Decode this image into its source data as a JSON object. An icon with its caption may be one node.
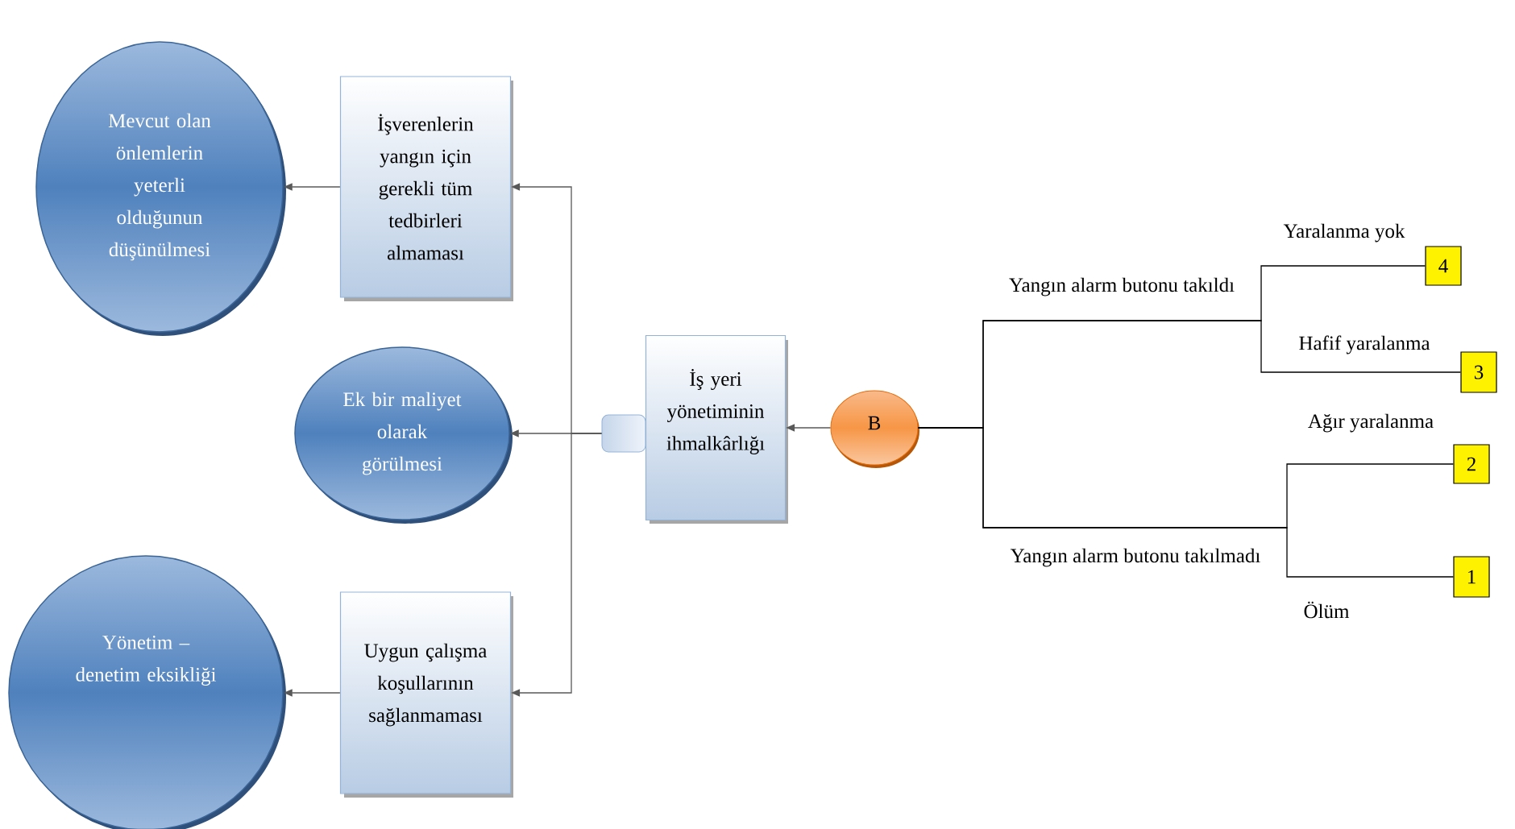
{
  "diagram": {
    "nodes": [
      {
        "text": [
          "Mevcut olan önlemlerin yeterli olduğunun düşünülmesi"
        ]
      },
      {
        "text": [
          "İşverenlerin yangın için gerekli tüm tedbirleri almaması"
        ]
      },
      {
        "text": [
          "Ek bir maliyet olarak görülmesi"
        ]
      },
      {
        "text": [],
        "shape": "box"
      },
      {
        "text": [
          "İş yeri yönetiminin ihmalkârlığı"
        ]
      },
      {
        "text": [
          "B"
        ]
      },
      {
        "text": [
          "Yönetim – denetim eksikliği"
        ]
      },
      {
        "text": [
          "Uygun çalışma koşullarının sağlanmaması"
        ]
      },
      {
        "text": [
          "4"
        ]
      },
      {
        "text": [
          "3"
        ]
      },
      {
        "text": [
          "2"
        ]
      },
      {
        "text": [
          "1"
        ]
      }
    ],
    "edges": [
      {
        "from": 5,
        "to": 4,
        "arrow": "to"
      },
      {
        "from": 1,
        "to": 0,
        "arrow": "to"
      },
      {
        "from": 3,
        "to": 2,
        "arrow": "to"
      },
      {
        "from": 3,
        "to": 1,
        "arrow": "to"
      },
      {
        "from": 3,
        "to": 7,
        "arrow": "to"
      },
      {
        "from": 7,
        "to": 6,
        "arrow": "to"
      },
      {
        "from": 5,
        "to": 8,
        "arrow": "none"
      },
      {
        "from": 5,
        "to": 9,
        "arrow": "none"
      },
      {
        "from": 5,
        "to": 10,
        "arrow": "none"
      },
      {
        "from": 5,
        "to": 11,
        "arrow": "none"
      }
    ],
    "labels": [
      "Yaralanma yok",
      "Yangın alarm butonu takıldı",
      "Hafif yaralanma",
      "Ağır yaralanma",
      "Yangın alarm butonu takılmadı",
      "Ölüm"
    ]
  }
}
